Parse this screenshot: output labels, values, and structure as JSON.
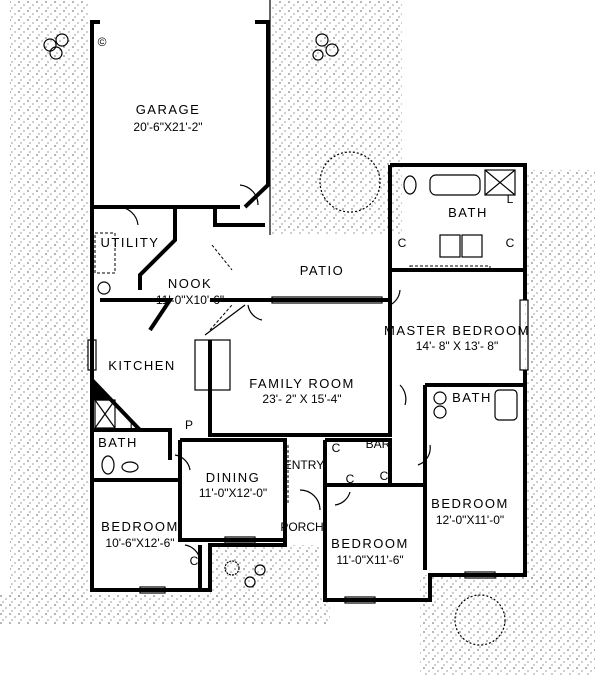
{
  "copyright_symbol": "©",
  "rooms": {
    "garage": {
      "name": "GARAGE",
      "size": "20'-6\"X21'-2\""
    },
    "utility": {
      "name": "UTILITY"
    },
    "nook": {
      "name": "NOOK",
      "size": "11'-0\"X10'-6\""
    },
    "patio": {
      "name": "PATIO"
    },
    "kitchen": {
      "name": "KITCHEN"
    },
    "family_room": {
      "name": "FAMILY ROOM",
      "size": "23'- 2\" X 15'-4\""
    },
    "master_bedroom": {
      "name": "MASTER BEDROOM",
      "size": "14'- 8\" X 13'- 8\""
    },
    "master_bath": {
      "name": "BATH"
    },
    "hall_bath": {
      "name": "BATH"
    },
    "left_bath": {
      "name": "BATH"
    },
    "pantry": {
      "name": "P"
    },
    "dining": {
      "name": "DINING",
      "size": "11'-0\"X12'-0\""
    },
    "entry": {
      "name": "ENTRY"
    },
    "bar": {
      "name": "BAR"
    },
    "porch": {
      "name": "PORCH"
    },
    "bedroom_left": {
      "name": "BEDROOM",
      "size": "10'-6\"X12'-6\""
    },
    "bedroom_middle": {
      "name": "BEDROOM",
      "size": "11'-0\"X11'-6\""
    },
    "bedroom_right": {
      "name": "BEDROOM",
      "size": "12'-0\"X11'-0\""
    }
  },
  "closet_label": "C",
  "linen_label": "L"
}
